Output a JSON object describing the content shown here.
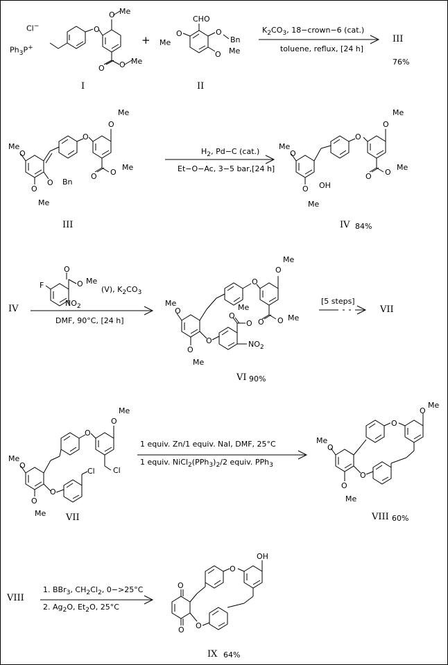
{
  "frame_color": "#000000",
  "plus": "+",
  "atoms": {
    "o": "O",
    "me": "Me",
    "bn": "Bn",
    "oh": "OH",
    "cho": "CHO",
    "cl": "Cl",
    "cl_minus": "Cl",
    "minus": "−",
    "ph3p": "Ph",
    "ph3p_sub": "3",
    "p": "P",
    "p_plus": "+",
    "f": "F",
    "no2": "NO",
    "no2_sub": "2"
  },
  "step1": {
    "compound_I": "I",
    "compound_II": "II",
    "conditions_top_pre": "K",
    "conditions_top_sub": "2",
    "conditions_top_post": "CO",
    "conditions_top_sub2": "3",
    "conditions_top_tail": ", 18−crown−6 (cat.)",
    "conditions_bottom": "toluene, reflux, [24 h]",
    "product": "III",
    "yield": "76%"
  },
  "step2": {
    "start": "III",
    "conditions_top_pre": "H",
    "conditions_top_sub": "2",
    "conditions_top_post": ", Pd−C (cat.)",
    "conditions_bottom": "Et−O−Ac, 3−5 bar,[24 h]",
    "product": "IV",
    "yield": "84%"
  },
  "step3": {
    "start": "IV",
    "reagent_label": "(V),",
    "reagent_extra_pre": "K",
    "reagent_extra_sub": "2",
    "reagent_extra_post": "CO",
    "reagent_extra_sub2": "3",
    "conditions_bottom": "DMF, 90°C, [24 h]",
    "product": "VI",
    "yield": "90%",
    "next_conditions": "[5 steps]",
    "next_product": "VII"
  },
  "step4": {
    "start": "VII",
    "conditions_top": "1 equiv. Zn/1 equiv. NaI, DMF, 25°C",
    "conditions_bottom_pre": "1 equiv. NiCl",
    "conditions_bottom_sub": "2",
    "conditions_bottom_mid": "(PPh",
    "conditions_bottom_sub2": "3",
    "conditions_bottom_mid2": ")",
    "conditions_bottom_sub3": "2",
    "conditions_bottom_post": "/2 equiv. PPh",
    "conditions_bottom_sub4": "3",
    "product": "VIII",
    "yield": "60%"
  },
  "step5": {
    "start": "VIII",
    "conditions_top_pre": "1. BBr",
    "conditions_top_sub": "3",
    "conditions_top_mid": ", CH",
    "conditions_top_sub2": "2",
    "conditions_top_mid2": "Cl",
    "conditions_top_sub3": "2",
    "conditions_top_post": ", 0−>25°C",
    "conditions_bottom_pre": "2. Ag",
    "conditions_bottom_sub": "2",
    "conditions_bottom_mid": "O, Et",
    "conditions_bottom_sub2": "2",
    "conditions_bottom_post": "O, 25°C",
    "product": "IX",
    "yield": "64%"
  }
}
